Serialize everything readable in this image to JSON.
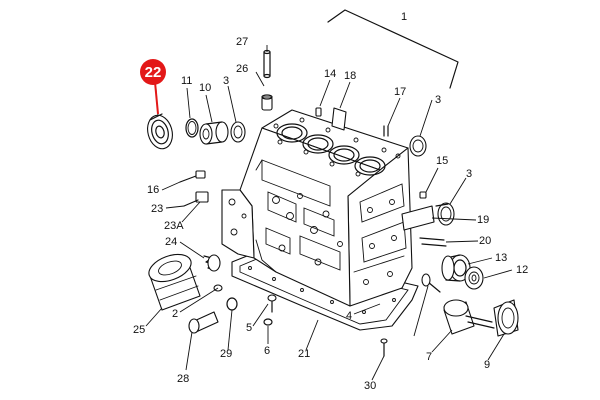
{
  "diagram": {
    "highlight": {
      "label": "22",
      "color": "#e31818"
    },
    "callouts": {
      "c1": "1",
      "c2": "2",
      "c3a": "3",
      "c3b": "3",
      "c3c": "3",
      "c4": "4",
      "c5": "5",
      "c6": "6",
      "c7": "7",
      "c9": "9",
      "c10": "10",
      "c11": "11",
      "c12": "12",
      "c13": "13",
      "c14": "14",
      "c15": "15",
      "c16": "16",
      "c17": "17",
      "c18": "18",
      "c19": "19",
      "c20": "20",
      "c21": "21",
      "c23": "23",
      "c23a": "23A",
      "c24": "24",
      "c25": "25",
      "c26": "26",
      "c27": "27",
      "c28": "28",
      "c29": "29",
      "c30": "30"
    }
  }
}
